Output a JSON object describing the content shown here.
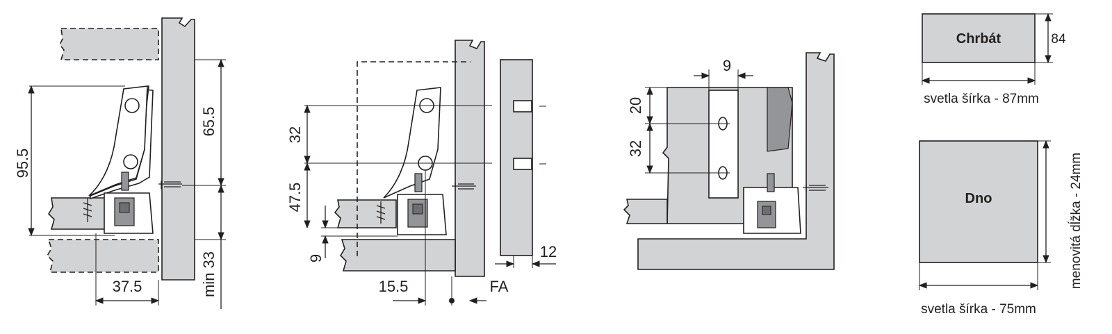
{
  "colors": {
    "panel": "#d1d3d4",
    "line": "#231f20",
    "accent_dark": "#939598"
  },
  "view1": {
    "dim_height": "95.5",
    "dim_upper": "65.5",
    "dim_lower": "min 33",
    "dim_bottom": "37.5"
  },
  "view2": {
    "dim_32": "32",
    "dim_47_5": "47.5",
    "dim_9": "9",
    "dim_15_5": "15.5",
    "dim_fa": "FA",
    "dim_12": "12"
  },
  "view3": {
    "dim_9": "9",
    "dim_20": "20",
    "dim_32": "32"
  },
  "back_panel": {
    "label": "Chrbát",
    "height": "84",
    "width_label": "svetla šírka - 87mm"
  },
  "bottom_panel": {
    "label": "Dno",
    "width_label": "svetla šírka - 75mm",
    "length_label": "menovitá dĺžka - 24mm"
  }
}
